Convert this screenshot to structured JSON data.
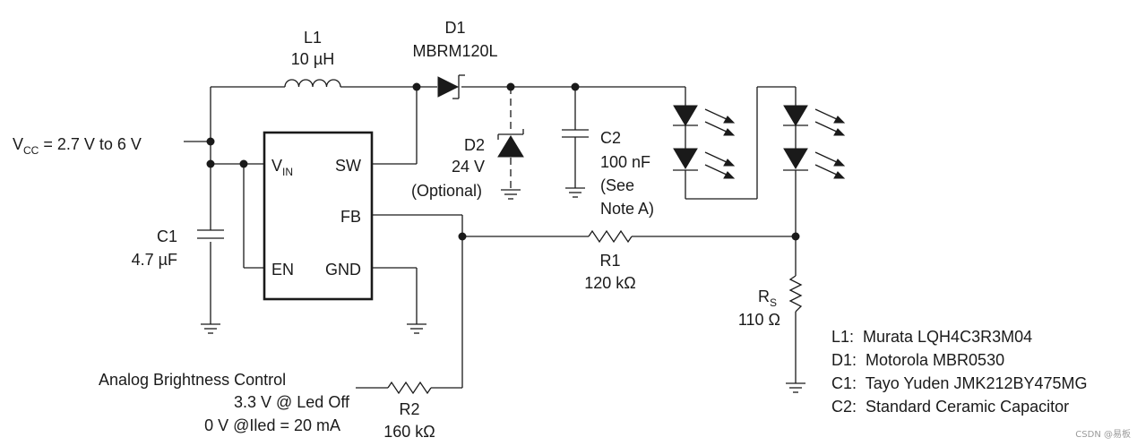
{
  "inductor": {
    "ref": "L1",
    "value": "10 µH"
  },
  "diode_d1": {
    "ref": "D1",
    "part": "MBRM120L"
  },
  "diode_d2": {
    "ref": "D2",
    "value": "24 V",
    "note": "(Optional)"
  },
  "cap_c2": {
    "ref": "C2",
    "value": "100 nF",
    "note1": "(See",
    "note2": "Note A)"
  },
  "cap_c1": {
    "ref": "C1",
    "value": "4.7 µF"
  },
  "vcc": {
    "main": "V",
    "sub": "CC",
    "rest": " = 2.7 V to 6 V"
  },
  "ic": {
    "vin_main": "V",
    "vin_sub": "IN",
    "sw": "SW",
    "fb": "FB",
    "en": "EN",
    "gnd": "GND"
  },
  "r1": {
    "ref": "R1",
    "value": "120 kΩ"
  },
  "r2": {
    "ref": "R2",
    "value": "160 kΩ"
  },
  "rs": {
    "main": "R",
    "sub": "S",
    "value": "110 Ω"
  },
  "brightness": {
    "title": "Analog Brightness Control",
    "line1": "3.3 V @ Led Off",
    "line2": "0 V @Iled = 20 mA"
  },
  "bom": [
    "L1:  Murata LQH4C3R3M04",
    "D1:  Motorola MBR0530",
    "C1:  Tayo Yuden JMK212BY475MG",
    "C2:  Standard Ceramic Capacitor"
  ],
  "watermark": "CSDN @易板"
}
